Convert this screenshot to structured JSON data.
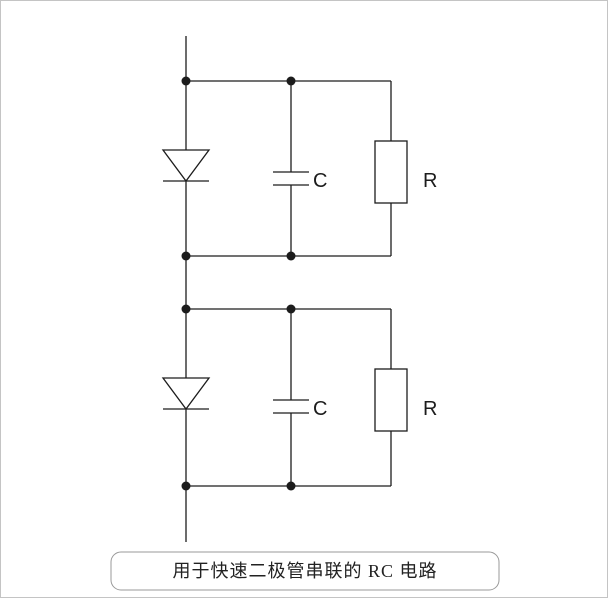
{
  "figure": {
    "caption": "用于快速二极管串联的 RC 电路",
    "sections": [
      {
        "name": "rc-snubber-cell-1",
        "capacitor_label": "C",
        "resistor_label": "R"
      },
      {
        "name": "rc-snubber-cell-2",
        "capacitor_label": "C",
        "resistor_label": "R"
      }
    ],
    "colors": {
      "line": "#1c1c1c",
      "page_border": "#c4c4c4",
      "caption_border": "#9a9a9a",
      "background": "#ffffff"
    }
  }
}
